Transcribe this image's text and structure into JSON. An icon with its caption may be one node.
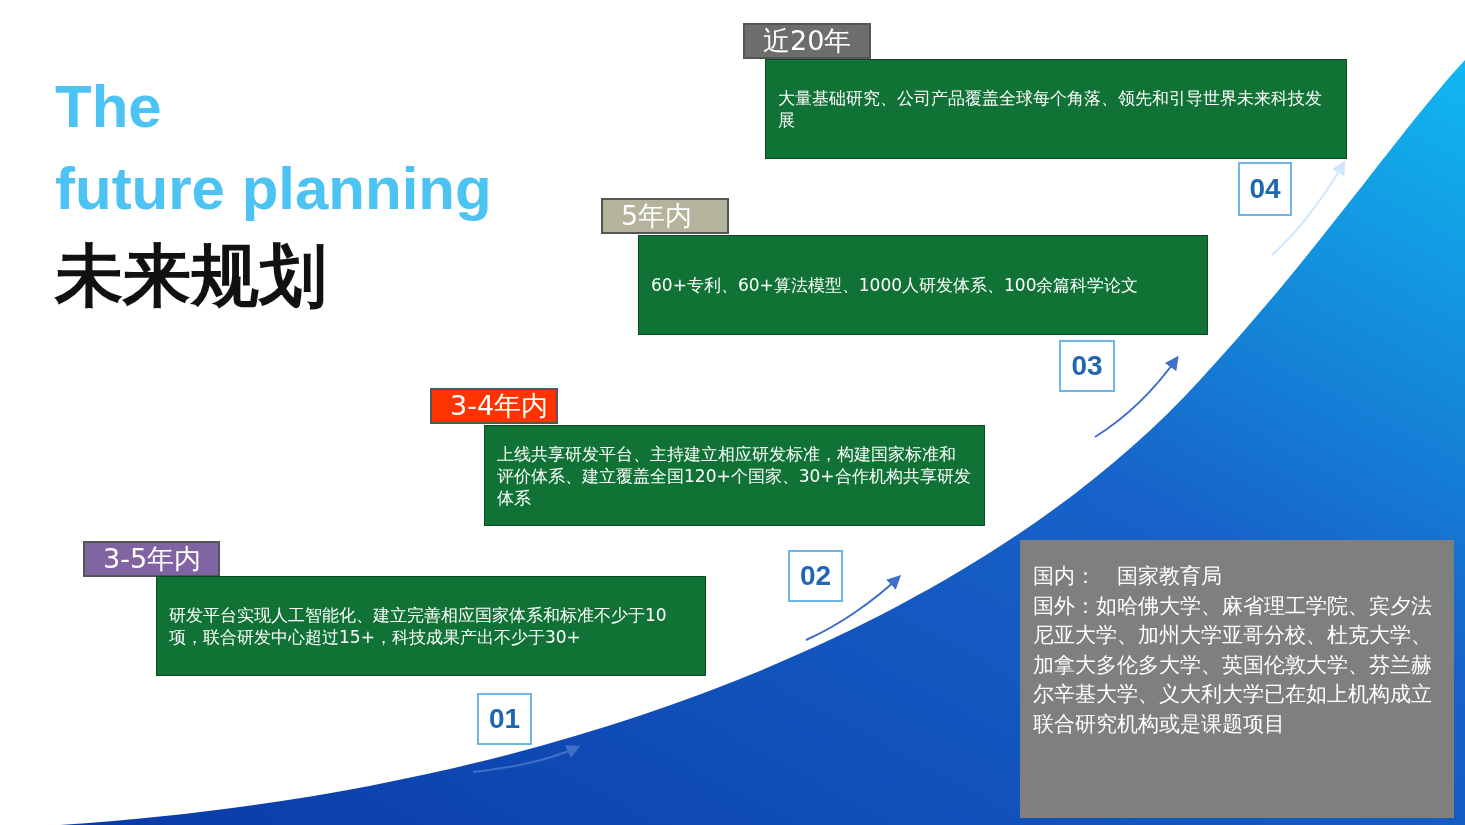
{
  "diagram": {
    "title": "The future planning",
    "nodes": [
      {
        "text": [
          "近20年",
          "大量基础研究、公司产品覆盖全球每个角落、领先和引导世界未来科技发展"
        ]
      },
      {
        "text": [
          "04"
        ]
      },
      {
        "text": [
          "5年内",
          "60+专利、60+算法模型、1000人研发体系、100余篇科学论文"
        ]
      },
      {
        "text": [
          "03"
        ]
      },
      {
        "text": [
          "3-4年内",
          "上线共享研发平台、主持建立相应研发标准，构建国家标准和评价体系、建立覆盖全国120+个国家、30+合作机构共享研发体系"
        ]
      },
      {
        "text": [
          "02"
        ]
      },
      {
        "text": [
          "3-5年内",
          "研发平台实现人工智能化、建立完善相应国家体系和标准不少于10项，联合研发中心超过15+，科技成果产出不少于30+"
        ]
      },
      {
        "text": [
          "01"
        ]
      },
      {
        "text": [
          "国内：　国家教育局",
          "国外：如哈佛大学、麻省理工学院、宾夕法尼亚大学、加州大学亚哥分校、杜克大学、加拿大多伦多大学、英国伦敦大学、芬兰赫尔辛基大学、义大利大学已在如上机构成立联合研究机构或是课题项目"
        ]
      }
    ],
    "labels": [
      "未来规划"
    ]
  }
}
